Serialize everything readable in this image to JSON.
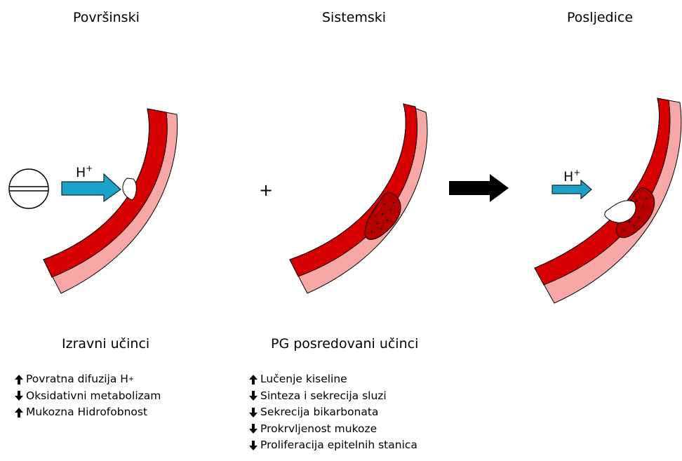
{
  "columns": {
    "surface": {
      "title": "Površinski"
    },
    "systemic": {
      "title": "Sistemski"
    },
    "consequences": {
      "title": "Posljedice"
    }
  },
  "plus_sign": "+",
  "ion_label": "H",
  "ion_charge": "+",
  "direct_effects": {
    "title": "Izravni učinci",
    "items": [
      {
        "direction": "up",
        "text": "Povratna difuzija H",
        "sup": "+"
      },
      {
        "direction": "down",
        "text": "Oksidativni metabolizam",
        "sup": ""
      },
      {
        "direction": "up",
        "text": "Mukozna Hidrofobnost",
        "sup": ""
      }
    ]
  },
  "pg_effects": {
    "title": "PG posredovani učinci",
    "items": [
      {
        "direction": "up",
        "text": "Lučenje kiseline"
      },
      {
        "direction": "down",
        "text": "Sinteza i sekrecija sluzi"
      },
      {
        "direction": "down",
        "text": "Sekrecija bikarbonata"
      },
      {
        "direction": "down",
        "text": "Prokrvljenost mukoze"
      },
      {
        "direction": "down",
        "text": "Proliferacija epitelnih stanica"
      }
    ]
  },
  "colors": {
    "mucosa": "#d60000",
    "submucosa": "#f8a7a7",
    "acid_arrow": "#1aa3c8",
    "lesion_blood": "#b80000"
  }
}
